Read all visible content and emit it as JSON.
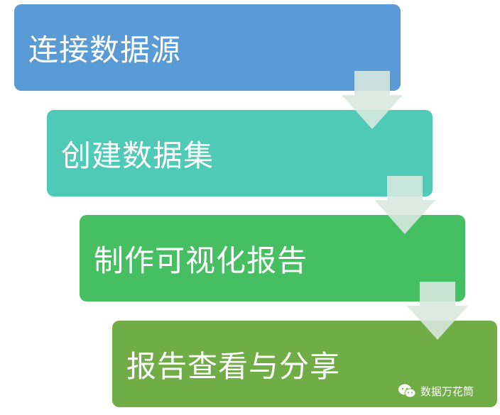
{
  "steps": [
    {
      "label": "连接数据源",
      "color": "#5b9bd5"
    },
    {
      "label": "创建数据集",
      "color": "#4ecab6"
    },
    {
      "label": "制作可视化报告",
      "color": "#46bf62"
    },
    {
      "label": "报告查看与分享",
      "color": "#70ad47"
    }
  ],
  "arrow_color": "#d9e8e0",
  "watermark": {
    "text": "数据万花筒",
    "icon": "wechat-icon"
  }
}
